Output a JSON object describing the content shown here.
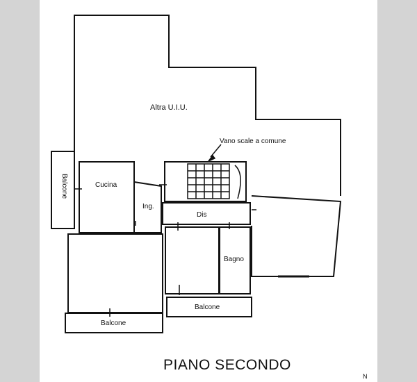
{
  "plan": {
    "title": "PIANO SECONDO",
    "labels": {
      "altra_uiu": "Altra U.I.U.",
      "vano_scale": "Vano scale a comune",
      "cucina": "Cucina",
      "ingresso": "Ing.",
      "disimpegno": "Dis",
      "bagno": "Bagno",
      "balcone_left": "Balcone",
      "balcone_bottom_left": "Balcone",
      "balcone_bottom_center": "Balcone"
    },
    "corner_mark": "N"
  },
  "colors": {
    "line": "#111111",
    "background": "#ffffff",
    "margin": "#d4d4d4"
  }
}
